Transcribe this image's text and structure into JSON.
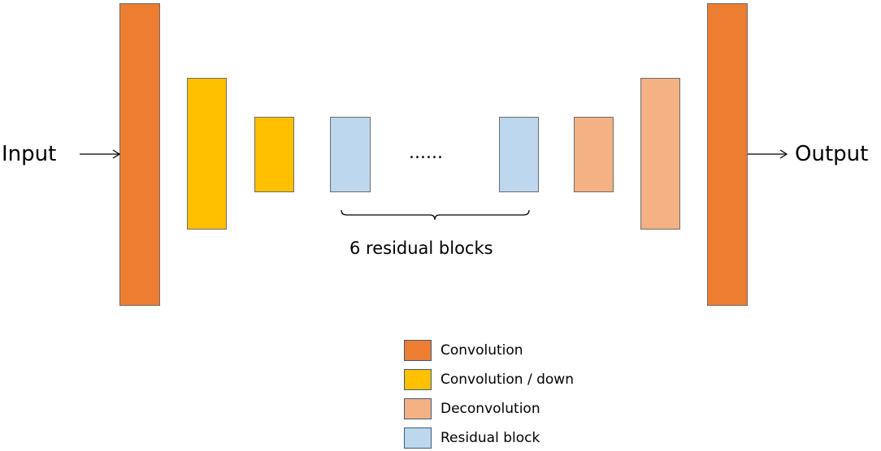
{
  "labels": {
    "input": "Input",
    "output": "Output",
    "ellipsis": "......",
    "brace_label": "6 residual blocks"
  },
  "colors": {
    "convolution": "#ED7D31",
    "convolution_down": "#FFC000",
    "deconvolution": "#F4B183",
    "residual": "#BDD7EE"
  },
  "blocks": [
    {
      "kind": "convolution"
    },
    {
      "kind": "convolution_down"
    },
    {
      "kind": "convolution_down"
    },
    {
      "kind": "residual"
    },
    {
      "kind": "residual"
    },
    {
      "kind": "deconvolution"
    },
    {
      "kind": "deconvolution"
    },
    {
      "kind": "convolution"
    }
  ],
  "legend": [
    {
      "kind": "convolution",
      "label": "Convolution"
    },
    {
      "kind": "convolution_down",
      "label": "Convolution / down"
    },
    {
      "kind": "deconvolution",
      "label": "Deconvolution"
    },
    {
      "kind": "residual",
      "label": "Residual block"
    }
  ]
}
